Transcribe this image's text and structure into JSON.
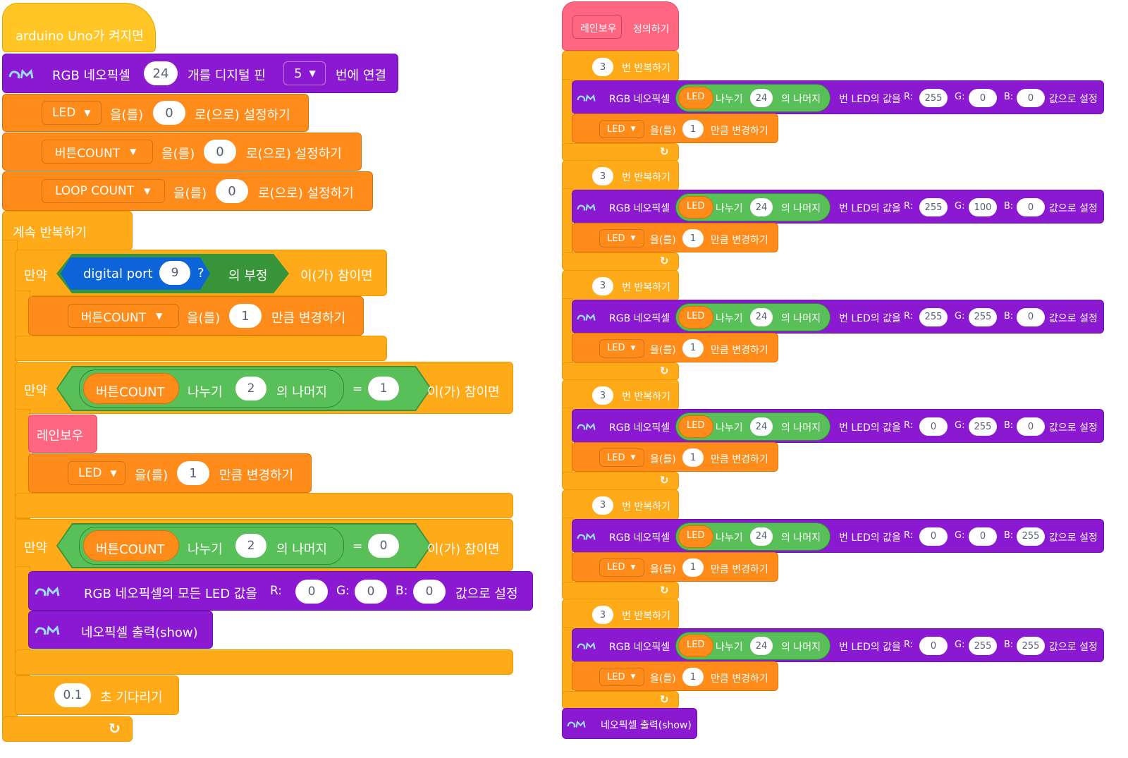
{
  "left": {
    "hat": "arduino Uno가 켜지면",
    "init": {
      "rgb_label": "RGB 네오픽셀",
      "count": "24",
      "mid": "개를 디지털 핀",
      "pin": "5",
      "end": "번에 연결"
    },
    "set_blocks": [
      {
        "var": "LED",
        "obj": "을(를)",
        "val": "0",
        "end": "로(으로) 설정하기"
      },
      {
        "var": "버튼COUNT",
        "obj": "을(를)",
        "val": "0",
        "end": "로(으로) 설정하기"
      },
      {
        "var": "LOOP COUNT",
        "obj": "을(를)",
        "val": "0",
        "end": "로(으로) 설정하기"
      }
    ],
    "forever": "계속 반복하기",
    "if1": {
      "if": "만약",
      "port": "digital port",
      "port_num": "9",
      "q": "?",
      "not": "의 부정",
      "then": "이(가) 참이면",
      "change": {
        "var": "버튼COUNT",
        "obj": "을(를)",
        "val": "1",
        "end": "만큼 변경하기"
      }
    },
    "if2": {
      "if": "만약",
      "var": "버튼COUNT",
      "div": "나누기",
      "divisor": "2",
      "mod": "의 나머지",
      "eq": "=",
      "rhs": "1",
      "then": "이(가) 참이면",
      "call": "레인보우",
      "change": {
        "var": "LED",
        "obj": "을(를)",
        "val": "1",
        "end": "만큼 변경하기"
      }
    },
    "if3": {
      "if": "만약",
      "var": "버튼COUNT",
      "div": "나누기",
      "divisor": "2",
      "mod": "의 나머지",
      "eq": "=",
      "rhs": "0",
      "then": "이(가) 참이면",
      "all_led": {
        "label": "RGB 네오픽셀의 모든 LED 값을",
        "r_label": "R:",
        "r": "0",
        "g_label": "G:",
        "g": "0",
        "b_label": "B:",
        "b": "0",
        "end": "값으로 설정"
      },
      "show": "네오픽셀 출력(show)"
    },
    "wait": {
      "val": "0.1",
      "end": "초 기다리기"
    },
    "loop_arrow": "↻"
  },
  "right": {
    "define_name": "레인보우",
    "define_label": "정의하기",
    "repeat_label": "번 반복하기",
    "rgb_label": "RGB 네오픽셀",
    "div_var": "LED",
    "div_label": "나누기",
    "div_by": "24",
    "mod_label": "의 나머지",
    "led_label": "번 LED의 값을",
    "r_label": "R:",
    "g_label": "G:",
    "b_label": "B:",
    "end_label": "값으로 설정",
    "change": {
      "var": "LED",
      "obj": "을(를)",
      "val": "1",
      "end": "만큼 변경하기"
    },
    "loops": [
      {
        "times": "3",
        "r": "255",
        "g": "0",
        "b": "0"
      },
      {
        "times": "3",
        "r": "255",
        "g": "100",
        "b": "0"
      },
      {
        "times": "3",
        "r": "255",
        "g": "255",
        "b": "0"
      },
      {
        "times": "3",
        "r": "0",
        "g": "255",
        "b": "0"
      },
      {
        "times": "3",
        "r": "0",
        "g": "0",
        "b": "255"
      },
      {
        "times": "3",
        "r": "0",
        "g": "255",
        "b": "255"
      }
    ],
    "show": "네오픽셀 출력(show)",
    "loop_arrow": "↻"
  },
  "colors": {
    "event": "#ffc626",
    "neopixel": "#8a19d1",
    "variable": "#ff8c1a",
    "control": "#ffab19",
    "custom": "#ff6680",
    "operator": "#59c059",
    "sensor": "#0d64d8"
  },
  "icons": {
    "neopixel_block": "neopixel-icon",
    "dropdown": "triangle-down-icon",
    "loop": "loop-arrow-icon"
  }
}
